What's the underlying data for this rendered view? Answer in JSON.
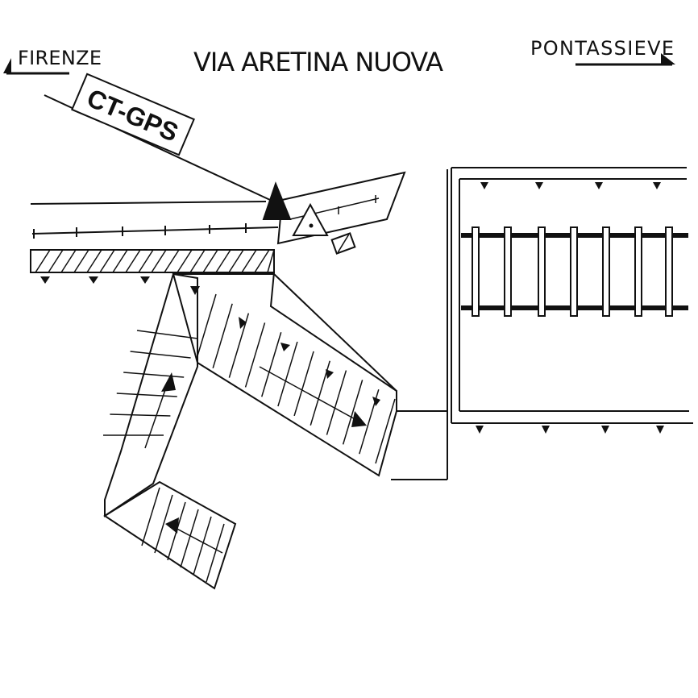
{
  "labels": {
    "left_direction": "FIRENZE",
    "road_name": "VIA ARETINA NUOVA",
    "right_direction": "PONTASSIEVE",
    "watermark": "CT-GPS"
  },
  "colors": {
    "ink": "#111111",
    "paper": "#ffffff"
  }
}
